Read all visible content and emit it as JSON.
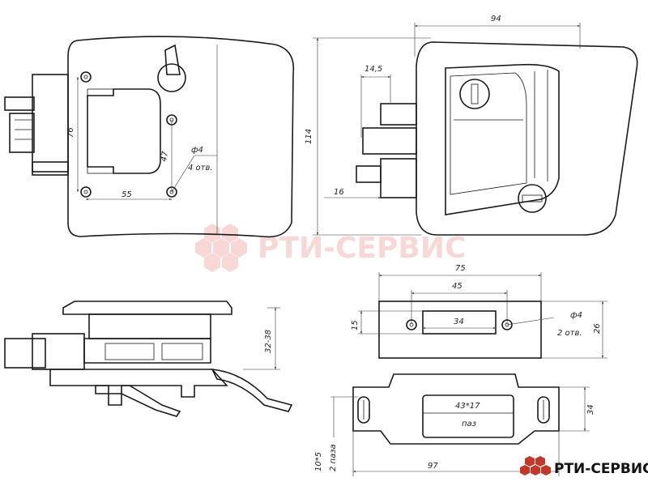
{
  "colors": {
    "line": "#1a1a1a",
    "watermark": "#f3b8b8",
    "logo": "#c0392b",
    "brand_text": "#111111"
  },
  "watermark": {
    "text": "РТИ-СЕРВИС"
  },
  "brand": {
    "text": "РТИ-СЕРВИС"
  },
  "dims": {
    "top_left": {
      "d76": "76",
      "d55": "55",
      "d47": "47",
      "hole_dia": "ф4",
      "hole_count": "4 отв."
    },
    "top_right": {
      "d94": "94",
      "d114": "114",
      "d14_5": "14,5",
      "d16": "16"
    },
    "side": {
      "d32_38": "32-38"
    },
    "strike": {
      "d75": "75",
      "d45": "45",
      "d34": "34",
      "d15": "15",
      "d26": "26",
      "hole_dia": "ф4",
      "hole_count": "2 отв."
    },
    "base": {
      "slot": "43*17",
      "slot_label": "паз",
      "d34": "34",
      "d97": "97",
      "d10x5": "10*5",
      "d2_slots": "2 паза"
    }
  }
}
